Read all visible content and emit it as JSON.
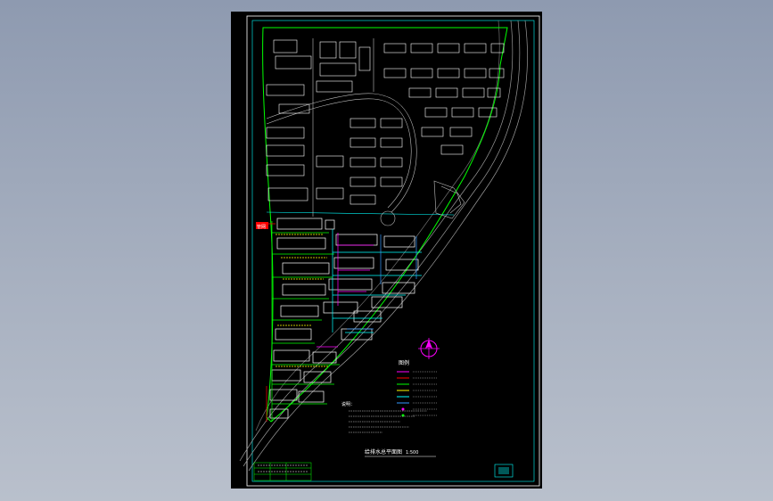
{
  "drawing": {
    "title": "给排水总平面图",
    "scale": "1:500",
    "legend_title": "图例",
    "notes_title": "说明：",
    "red_tag": "管网",
    "colors": {
      "background": "#000000",
      "viewer_bg": "#a3acbd",
      "frame": "#ffffff",
      "inner_frame": "#00ffff",
      "building": "#ffffff",
      "road": "#9a9a9a",
      "water_supply": "#00ff00",
      "drainage": "#ff00ff",
      "sewage": "#ffff00",
      "fire": "#ff0000",
      "storm": "#00ffff",
      "reclaimed": "#3399ff"
    }
  }
}
